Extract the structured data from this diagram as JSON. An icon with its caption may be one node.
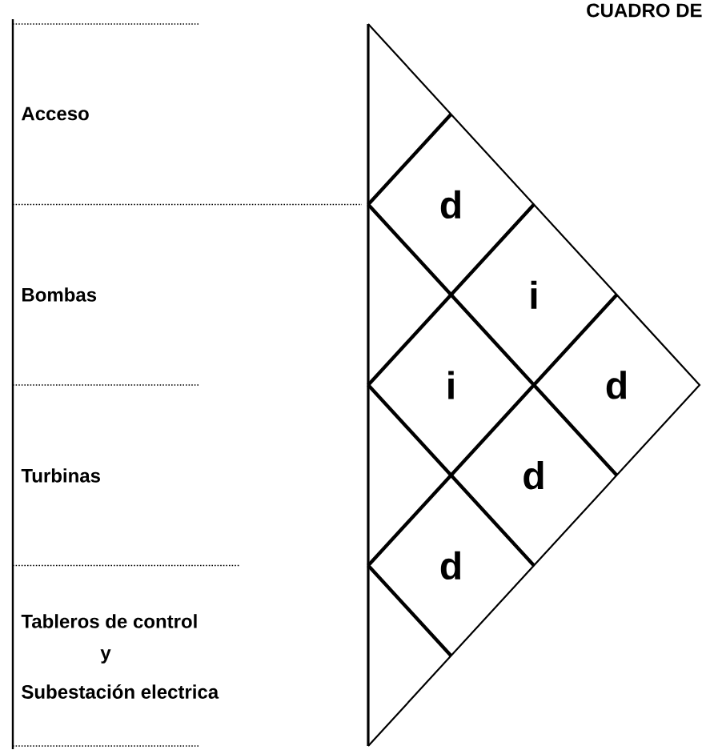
{
  "diagram": {
    "title": "CUADRO DE",
    "nodes": [
      {
        "text": [
          "d"
        ]
      },
      {
        "text": [
          "i"
        ]
      },
      {
        "text": [
          "i"
        ]
      },
      {
        "text": [
          "d"
        ]
      },
      {
        "text": [
          "d"
        ]
      },
      {
        "text": [
          "d"
        ]
      }
    ],
    "labels": [
      "Acceso",
      "Bombas",
      "Turbinas",
      "Tableros de control",
      "y",
      "Subestación electrica"
    ]
  }
}
